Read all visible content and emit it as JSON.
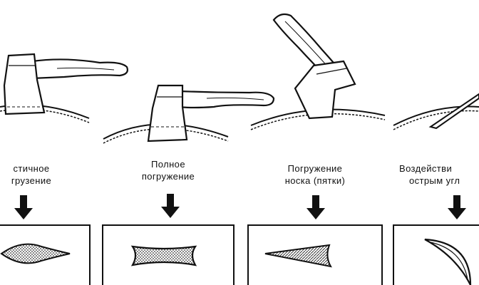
{
  "diagram": {
    "panels": [
      {
        "line1": "стичное",
        "line2": "грузение",
        "tool": "axe",
        "wound": "lens"
      },
      {
        "line1": "Полное",
        "line2": "погружение",
        "tool": "axe",
        "wound": "rectangle"
      },
      {
        "line1": "Погружение",
        "line2": "носка (пятки)",
        "tool": "axe-tilted",
        "wound": "wedge"
      },
      {
        "line1": "Воздействи",
        "line2": "острым угл",
        "tool": "blade-edge",
        "wound": "crescent"
      }
    ],
    "colors": {
      "ink": "#111111",
      "paper": "#ffffff",
      "hatch": "#555555"
    }
  }
}
